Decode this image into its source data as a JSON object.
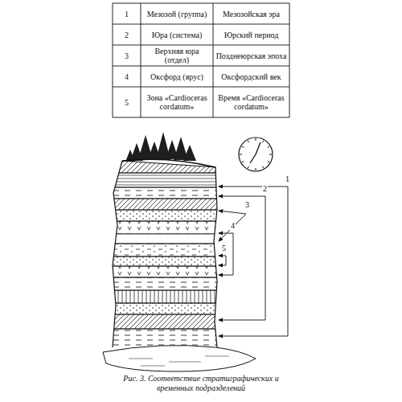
{
  "diagram": {
    "caption": "Рис. 3. Соответствие стратиграфических и временных подразделений",
    "labels": [
      "1",
      "Мезозой (группа)",
      "Мезозойская эра",
      "2",
      "Юра (система)",
      "Юрский период",
      "3",
      "Верхняя юра (отдел)",
      "Позднеюрская эпоха",
      "4",
      "Оксфорд (ярус)",
      "Оксфордский век",
      "5",
      "Зона «Cardioceras cordatum»",
      "Время «Cardioceras cordatum»",
      "1",
      "2",
      "3",
      "4",
      "5"
    ]
  }
}
